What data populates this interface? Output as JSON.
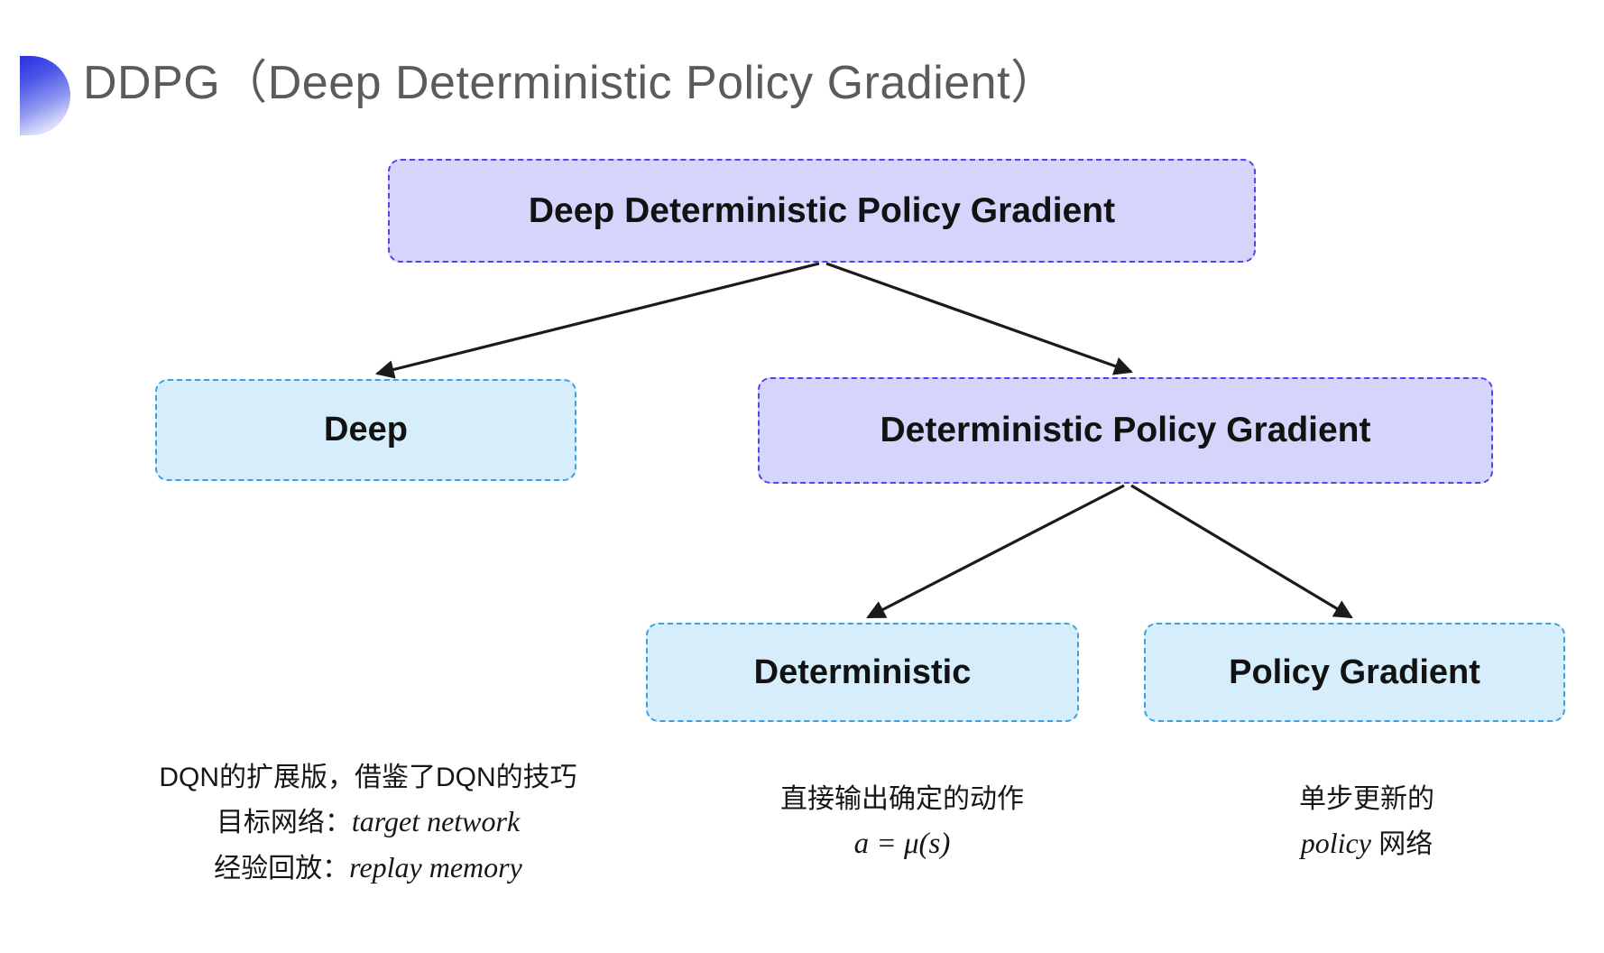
{
  "slide": {
    "title": "DDPG（Deep Deterministic Policy Gradient）",
    "bullet_icon": "half-circle-gradient-icon",
    "background_color": "#ffffff",
    "accent_color": "#4f46e5",
    "title_color": "#5b5b5b"
  },
  "diagram": {
    "type": "tree",
    "nodes": {
      "root": {
        "label": "Deep Deterministic Policy Gradient",
        "fill": "#d5d4fb",
        "border": "#4f46e5"
      },
      "deep": {
        "label": "Deep",
        "fill": "#d6eefb",
        "border": "#3f9fdb"
      },
      "dpg": {
        "label": "Deterministic Policy Gradient",
        "fill": "#d5d4fb",
        "border": "#4f46e5"
      },
      "deterministic": {
        "label": "Deterministic",
        "fill": "#d6eefb",
        "border": "#3f9fdb"
      },
      "policy_gradient": {
        "label": "Policy Gradient",
        "fill": "#d6eefb",
        "border": "#3f9fdb"
      }
    },
    "edges": [
      {
        "from": "root",
        "to": "deep"
      },
      {
        "from": "root",
        "to": "dpg"
      },
      {
        "from": "dpg",
        "to": "deterministic"
      },
      {
        "from": "dpg",
        "to": "policy_gradient"
      }
    ]
  },
  "annotations": {
    "deep": {
      "line1": "DQN的扩展版，借鉴了DQN的技巧",
      "line2_label": "目标网络：",
      "line2_term": "target network",
      "line3_label": "经验回放：",
      "line3_term": "replay memory"
    },
    "deterministic": {
      "line1": "直接输出确定的动作",
      "formula": "a = μ(s)"
    },
    "policy_gradient": {
      "line1": "单步更新的",
      "line2_term": "policy",
      "line2_suffix": " 网络"
    }
  }
}
